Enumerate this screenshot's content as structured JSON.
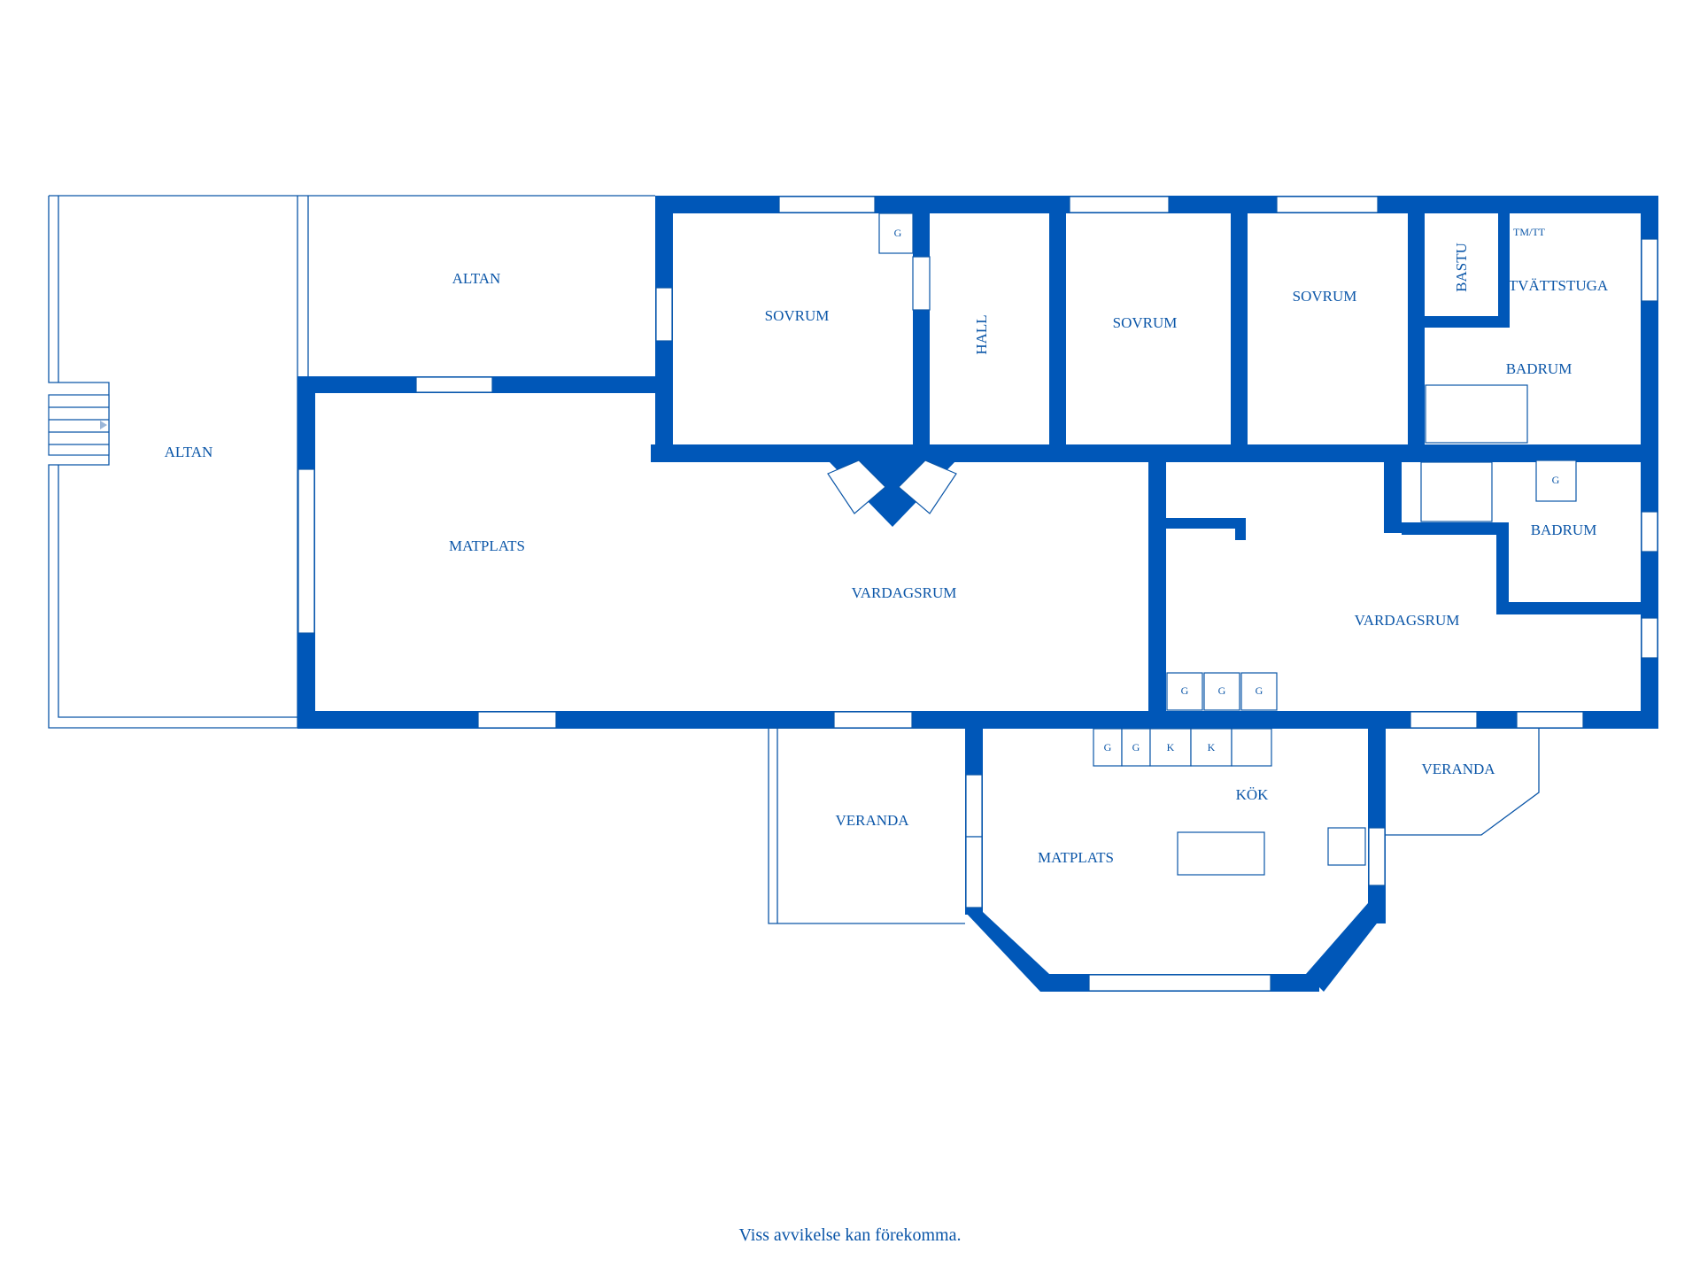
{
  "rooms": {
    "altan_left": "ALTAN",
    "altan_top": "ALTAN",
    "sovrum_1": "SOVRUM",
    "hall": "HALL",
    "sovrum_2": "SOVRUM",
    "sovrum_3": "SOVRUM",
    "bastu": "BASTU",
    "tm_tt": "TM/TT",
    "tvattstuga": "TVÄTTSTUGA",
    "badrum_1": "BADRUM",
    "matplats_1": "MATPLATS",
    "vardagsrum_1": "VARDAGSRUM",
    "badrum_2": "BADRUM",
    "vardagsrum_2": "VARDAGSRUM",
    "veranda_1": "VERANDA",
    "veranda_2": "VERANDA",
    "kok": "KÖK",
    "matplats_2": "MATPLATS"
  },
  "fixtures": {
    "g": "G",
    "k": "K"
  },
  "footer": "Viss avvikelse kan förekomma.",
  "colors": {
    "wall": "#0057b8",
    "text": "#0b56a8"
  }
}
